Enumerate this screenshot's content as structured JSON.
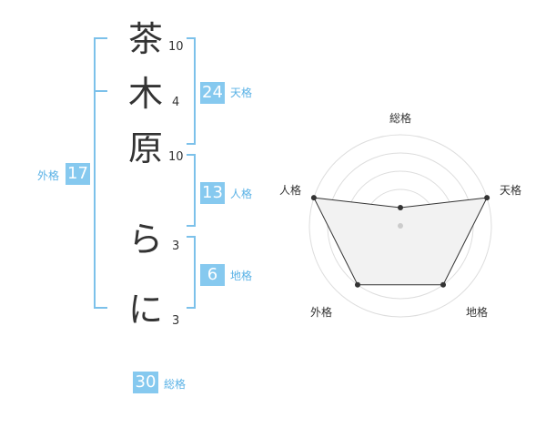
{
  "name_chars": [
    {
      "char": "茶",
      "strokes": "10"
    },
    {
      "char": "木",
      "strokes": "4"
    },
    {
      "char": "原",
      "strokes": "10"
    },
    {
      "char": "ら",
      "strokes": "3"
    },
    {
      "char": "に",
      "strokes": "3"
    }
  ],
  "kaku": {
    "tenkaku": {
      "value": "24",
      "label": "天格"
    },
    "jinkaku": {
      "value": "13",
      "label": "人格"
    },
    "chikaku": {
      "value": "6",
      "label": "地格"
    },
    "gaikaku": {
      "value": "17",
      "label": "外格"
    },
    "soukaku": {
      "value": "30",
      "label": "総格"
    }
  },
  "colors": {
    "accent": "#86c9ef",
    "bracket": "#7cc1ea",
    "label": "#5ab2e6",
    "text": "#333333"
  },
  "chart_data": {
    "type": "radar",
    "axes": [
      "総格",
      "天格",
      "地格",
      "外格",
      "人格"
    ],
    "values": [
      1,
      5,
      4,
      4,
      5
    ],
    "max": 5,
    "rings": 5
  }
}
